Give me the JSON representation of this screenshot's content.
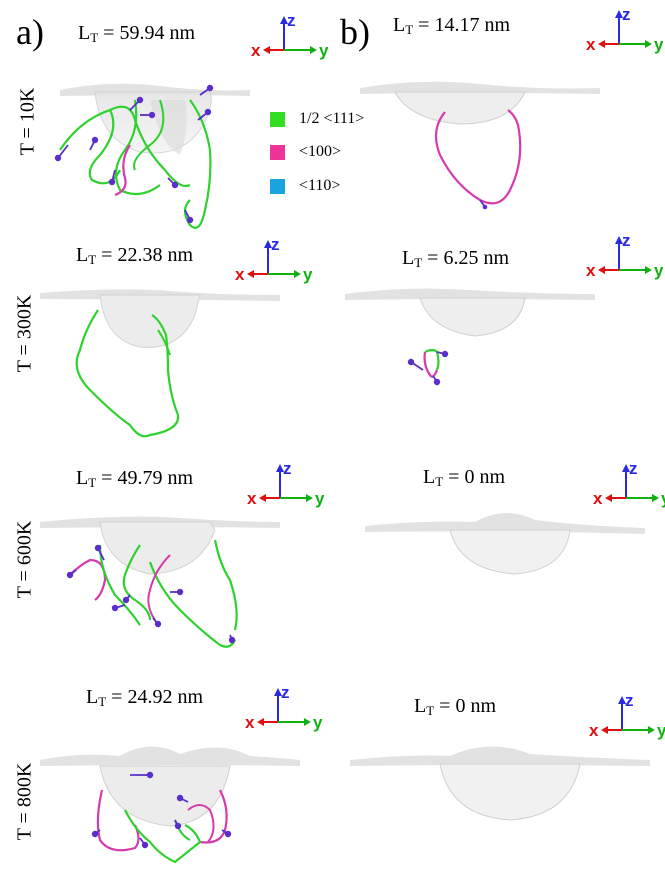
{
  "panel_labels": {
    "a": "a)",
    "b": "b)"
  },
  "temperatures": [
    "T = 10K",
    "T = 300K",
    "T = 600K",
    "T = 800K"
  ],
  "lengths": {
    "a": [
      "L",
      "L",
      "L",
      "L"
    ],
    "a_values": [
      "= 59.94 nm",
      "= 22.38 nm",
      "= 49.79 nm",
      "= 24.92 nm"
    ],
    "b_values": [
      "= 14.17 nm",
      "= 6.25 nm",
      "= 0 nm",
      "= 0 nm"
    ],
    "subscript": "T"
  },
  "axes_labels": {
    "x": "x",
    "y": "y",
    "z": "z"
  },
  "legend": [
    {
      "label": "1/2 <111>",
      "color": "#33dd22"
    },
    {
      "label": "<100>",
      "color": "#ee3399"
    },
    {
      "label": "<110>",
      "color": "#1aa3e0"
    }
  ],
  "colors": {
    "dislocation_111": "#2ed12e",
    "dislocation_100": "#d63aae",
    "burgers_vector": "#5a2ec8",
    "axis_x": "#e01010",
    "axis_y": "#10b010",
    "axis_z": "#2a2ae0",
    "surface": "#c8c8c8"
  }
}
